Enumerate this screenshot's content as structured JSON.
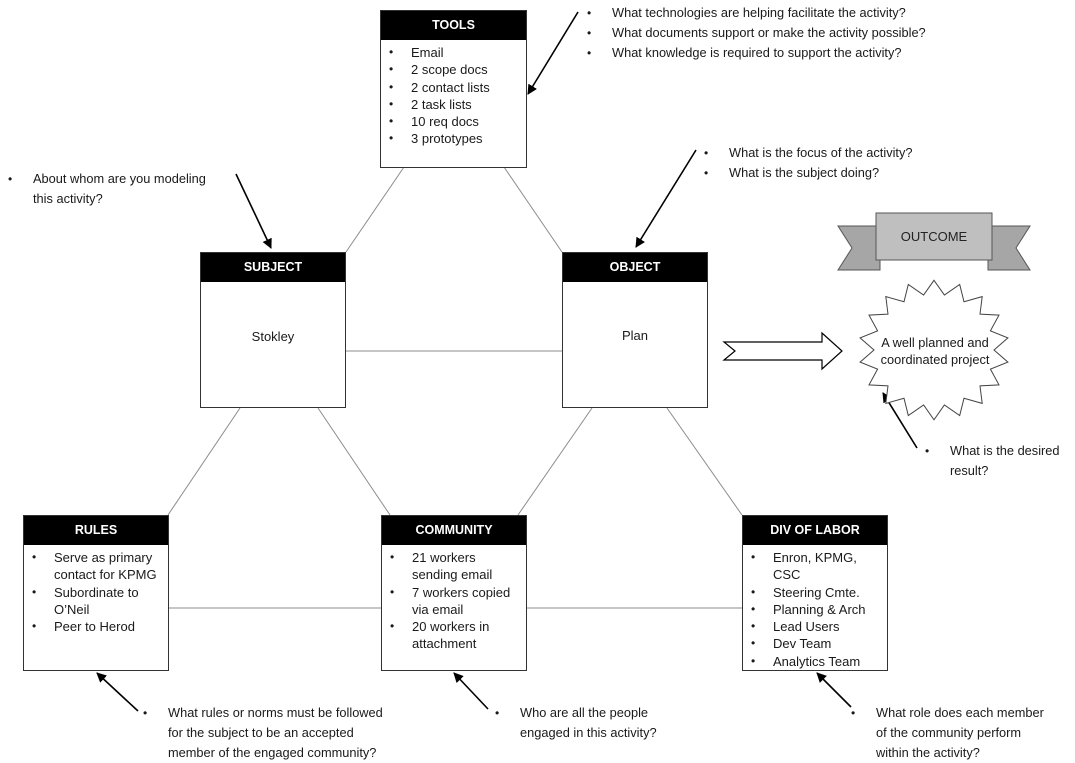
{
  "tools": {
    "title": "TOOLS",
    "items": [
      "Email",
      "2 scope docs",
      "2 contact lists",
      "2 task lists",
      "10 req docs",
      "3 prototypes"
    ],
    "questions": [
      "What technologies are helping facilitate the activity?",
      "What documents support or make the activity possible?",
      "What knowledge is required to support the activity?"
    ]
  },
  "subject": {
    "title": "SUBJECT",
    "value": "Stokley",
    "question_line1": "About whom are you modeling",
    "question_line2": "this activity?"
  },
  "object": {
    "title": "OBJECT",
    "value": "Plan",
    "questions": [
      "What is the focus of the activity?",
      "What is the subject doing?"
    ]
  },
  "outcome": {
    "title": "OUTCOME",
    "value_line1": "A well planned and",
    "value_line2": "coordinated project",
    "question_line1": "What is the desired",
    "question_line2": "result?"
  },
  "rules": {
    "title": "RULES",
    "items": [
      [
        "Serve as primary",
        "contact for KPMG"
      ],
      [
        "Subordinate  to",
        "O’Neil"
      ],
      [
        "Peer to Herod"
      ]
    ],
    "question_line1": "What rules or norms must be followed",
    "question_line2": "for the subject to be an accepted",
    "question_line3": "member of the engaged community?"
  },
  "community": {
    "title": "COMMUNITY",
    "items": [
      [
        "21 workers",
        "sending email"
      ],
      [
        "7  workers copied",
        "via email"
      ],
      [
        "20 workers  in",
        "attachment"
      ]
    ],
    "question_line1": "Who are all the people",
    "question_line2": "engaged in this activity?"
  },
  "division": {
    "title": "DIV OF LABOR",
    "items": [
      "Enron, KPMG, CSC",
      "Steering Cmte.",
      "Planning & Arch",
      "Lead Users",
      "Dev Team",
      "Analytics Team"
    ],
    "question_line1": "What role does each member",
    "question_line2": "of the community perform",
    "question_line3": "within the activity?"
  },
  "colors": {
    "header_bg": "#000000",
    "ribbon_fill": "#bfbfbf",
    "line": "#8c8c8c"
  }
}
